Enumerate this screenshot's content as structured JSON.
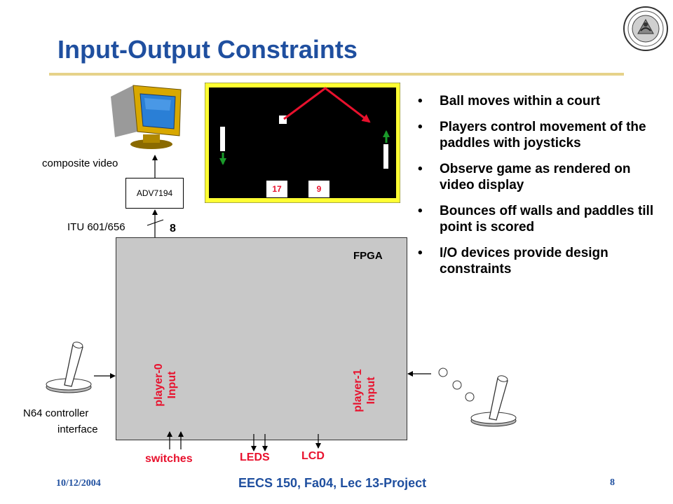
{
  "slide": {
    "title": "Input-Output Constraints",
    "bullets": [
      "Ball moves within a court",
      "Players control movement of the paddles with joysticks",
      "Observe game as rendered on video display",
      "Bounces off walls and paddles till point is scored",
      "I/O devices provide design constraints"
    ],
    "bullet_glyph": "•"
  },
  "diagram": {
    "composite_video": "composite video",
    "adv": "ADV7194",
    "itu": "ITU 601/656",
    "bus_width": "8",
    "fpga": "FPGA",
    "player0_line1": "player-0",
    "player0_line2": "Input",
    "player1_line1": "player-1",
    "player1_line2": "Input",
    "controller_line1": "N64 controller",
    "controller_line2": "interface",
    "switches": "switches",
    "leds": "LEDS",
    "lcd": "LCD"
  },
  "game_screen": {
    "score_left": "17",
    "score_right": "9"
  },
  "footer": {
    "date": "10/12/2004",
    "course": "EECS 150, Fa04, Lec 13-Project",
    "page": "8"
  },
  "colors": {
    "title_blue": "#1f4f9f",
    "label_red": "#e8112d",
    "rule_gold": "#e6d28a",
    "court_yellow": "#ffff33",
    "arrow_green": "#1a9a2a"
  }
}
